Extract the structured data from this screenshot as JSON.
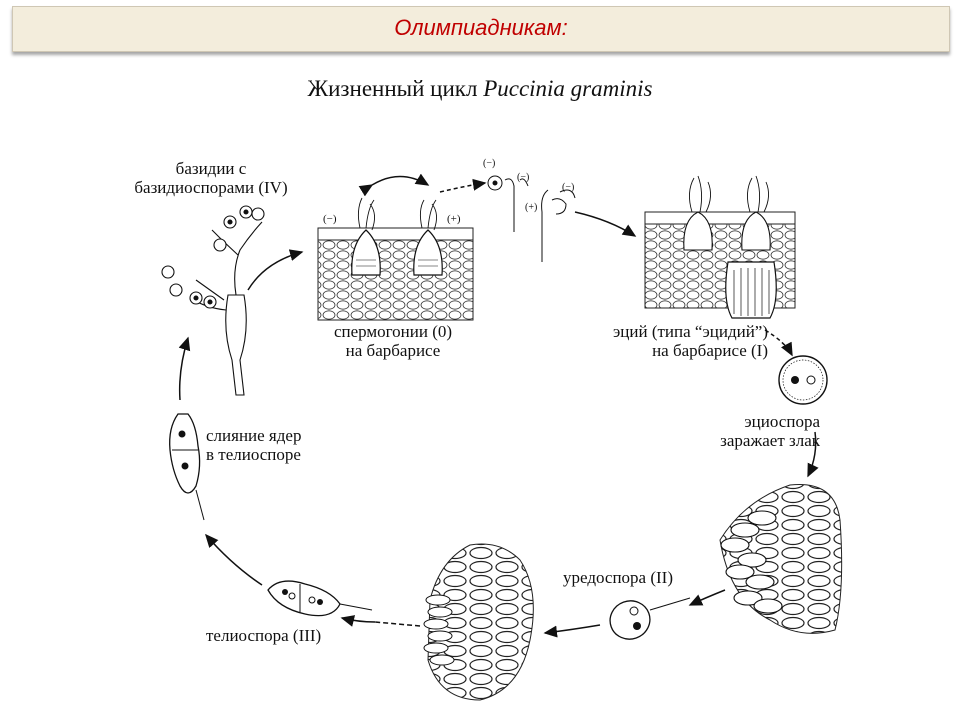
{
  "header": {
    "title": "Олимпиадникам:"
  },
  "figure": {
    "title_prefix": "Жизненный цикл",
    "title_species": "Puccinia graminis"
  },
  "labels": {
    "basidia_line1": "базидии с",
    "basidia_line2": "базидиоспорами (IV)",
    "spermogonia_line1": "спермогонии (0)",
    "spermogonia_line2": "на барбарисе",
    "aecium_line1": "эций (типа “эцидий”)",
    "aecium_line2": "на барбарисе (I)",
    "aeciospore_line1": "эциоспора",
    "aeciospore_line2": "заражает злак",
    "urediospore": "уредоспора (II)",
    "teliospore": "телиоспора (III)",
    "fusion_line1": "слияние ядер",
    "fusion_line2": "в телиоспоре"
  },
  "mating_types": {
    "minus": "(−)",
    "plus": "(+)"
  }
}
